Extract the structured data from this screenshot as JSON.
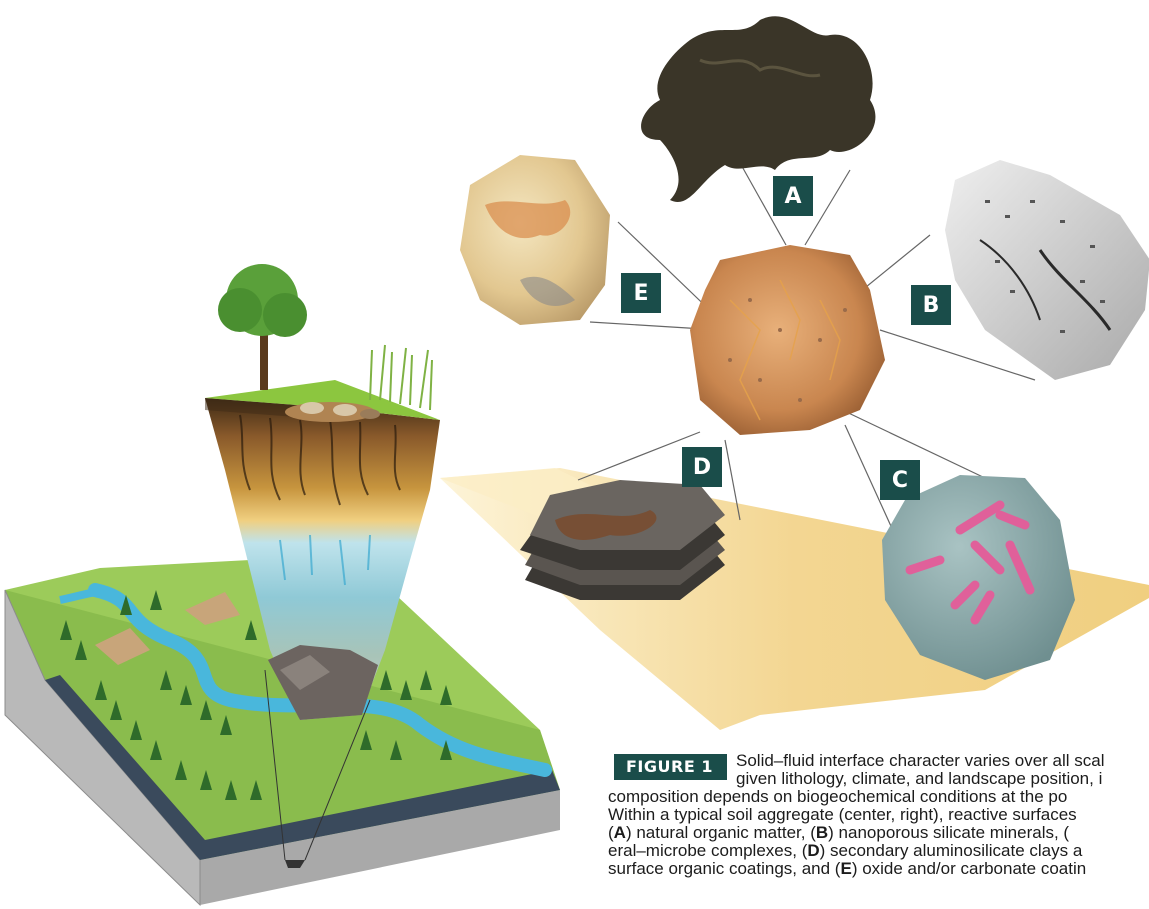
{
  "labels": {
    "A": "A",
    "B": "B",
    "C": "C",
    "D": "D",
    "E": "E"
  },
  "caption": {
    "figure_label": "FIGURE 1",
    "line1": "Solid–fluid interface character varies over all scal",
    "line2": "given lithology, climate, and landscape position, i",
    "line3": "composition depends on biogeochemical conditions at the po",
    "line4": "Within a typical soil aggregate (center, right), reactive surfaces",
    "line5_prefix": "(",
    "line5_A": "A",
    "line5_rest": ") natural organic matter, (",
    "line5_B": "B",
    "line5_end": ") nanoporous silicate minerals, (",
    "line6_prefix": "eral–microbe complexes, (",
    "line6_D": "D",
    "line6_rest": ") secondary aluminosilicate clays a",
    "line7": "surface organic coatings, and (",
    "line7_E": "E",
    "line7_rest": ") oxide and/or carbonate coatin"
  },
  "colors": {
    "label_bg": "#1a4d4a",
    "organic": "#3a3528",
    "aggregate": "#c98a55",
    "silicate": "#cfcfcf",
    "microbe_bg": "#7f9fa0",
    "microbe": "#e0609a",
    "clay": "#4a4744",
    "oxide": "#e6d2a2",
    "plane": "#f2d48a",
    "water": "#49b7dc",
    "grass": "#8cc63f"
  }
}
